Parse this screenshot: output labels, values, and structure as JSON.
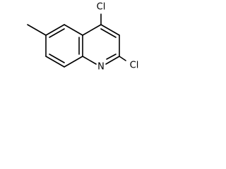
{
  "molecule": {
    "atoms": {
      "cl4": "Cl",
      "cl2": "Cl",
      "n1": "N"
    }
  }
}
